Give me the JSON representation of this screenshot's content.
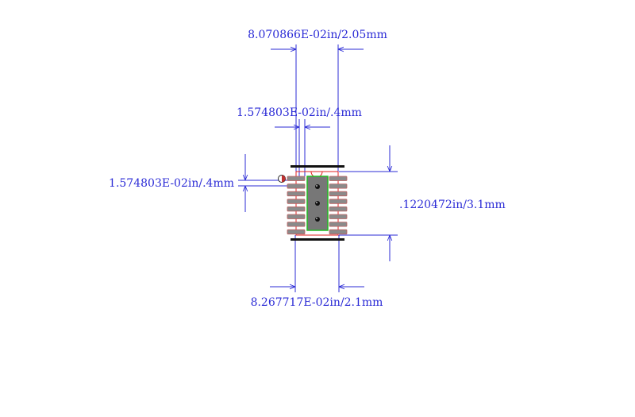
{
  "dimensions": {
    "top_width": "8.070866E-02in/2.05mm",
    "pin_width": "1.574803E-02in/.4mm",
    "pin_pitch": "1.574803E-02in/.4mm",
    "body_height": ".1220472in/3.1mm",
    "bottom_width": "8.267717E-02in/2.1mm"
  },
  "colors": {
    "dimension_line": "#2b2bd6",
    "silkscreen": "#111111",
    "pad_fill": "#8a8a8a",
    "pad_outline": "#c06060",
    "courtyard": "#e02020",
    "thermal_pad": "#777777",
    "thermal_outline": "#22bb22",
    "pin1_marker": "#c03030"
  },
  "package": {
    "pins_per_side": 8
  }
}
